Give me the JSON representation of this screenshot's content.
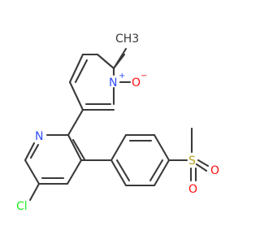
{
  "molecule": {
    "atoms": {
      "methyl": "CH3",
      "n_oxide_n": "N",
      "n_oxide_charge": "+",
      "n_oxide_o": "O",
      "n_oxide_o_charge": "−",
      "pyridine_n": "N",
      "chloro": "Cl",
      "sulfur": "S",
      "sulfonyl_o1": "O",
      "sulfonyl_o2": "O"
    },
    "colors": {
      "bond": "#3a3a3a",
      "nitrogen": "#3050f8",
      "oxygen": "#ff0d0d",
      "chlorine": "#1ff01f",
      "sulfur": "#b8a01a",
      "carbon": "#3a3a3a"
    }
  }
}
